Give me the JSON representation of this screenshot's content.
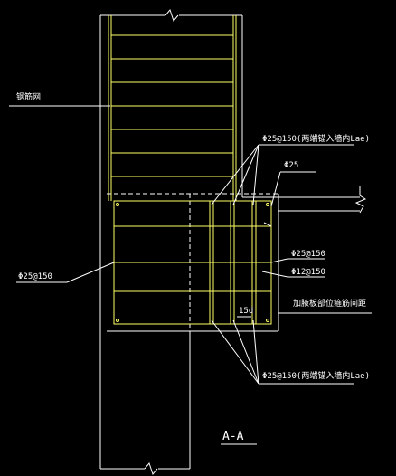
{
  "drawing": {
    "section_title": "A-A",
    "labels": {
      "wall_side": "钢筋网",
      "top_bar_anchor": "Φ25@150(两端锚入墙内Lae)",
      "top_bar": "Φ25",
      "vertical_bar": "Φ25@150",
      "stirrup": "Φ12@150",
      "side_note": "加腋板部位箍筋间距",
      "dev_length": "15d",
      "left_bar": "Φ25@150",
      "bottom_bar_anchor": "Φ25@150(两端锚入墙内Lae)"
    },
    "colors": {
      "background": "#000000",
      "structure_lines": "#ffffff",
      "rebar": "#ffff66",
      "text": "#ffffff"
    }
  }
}
